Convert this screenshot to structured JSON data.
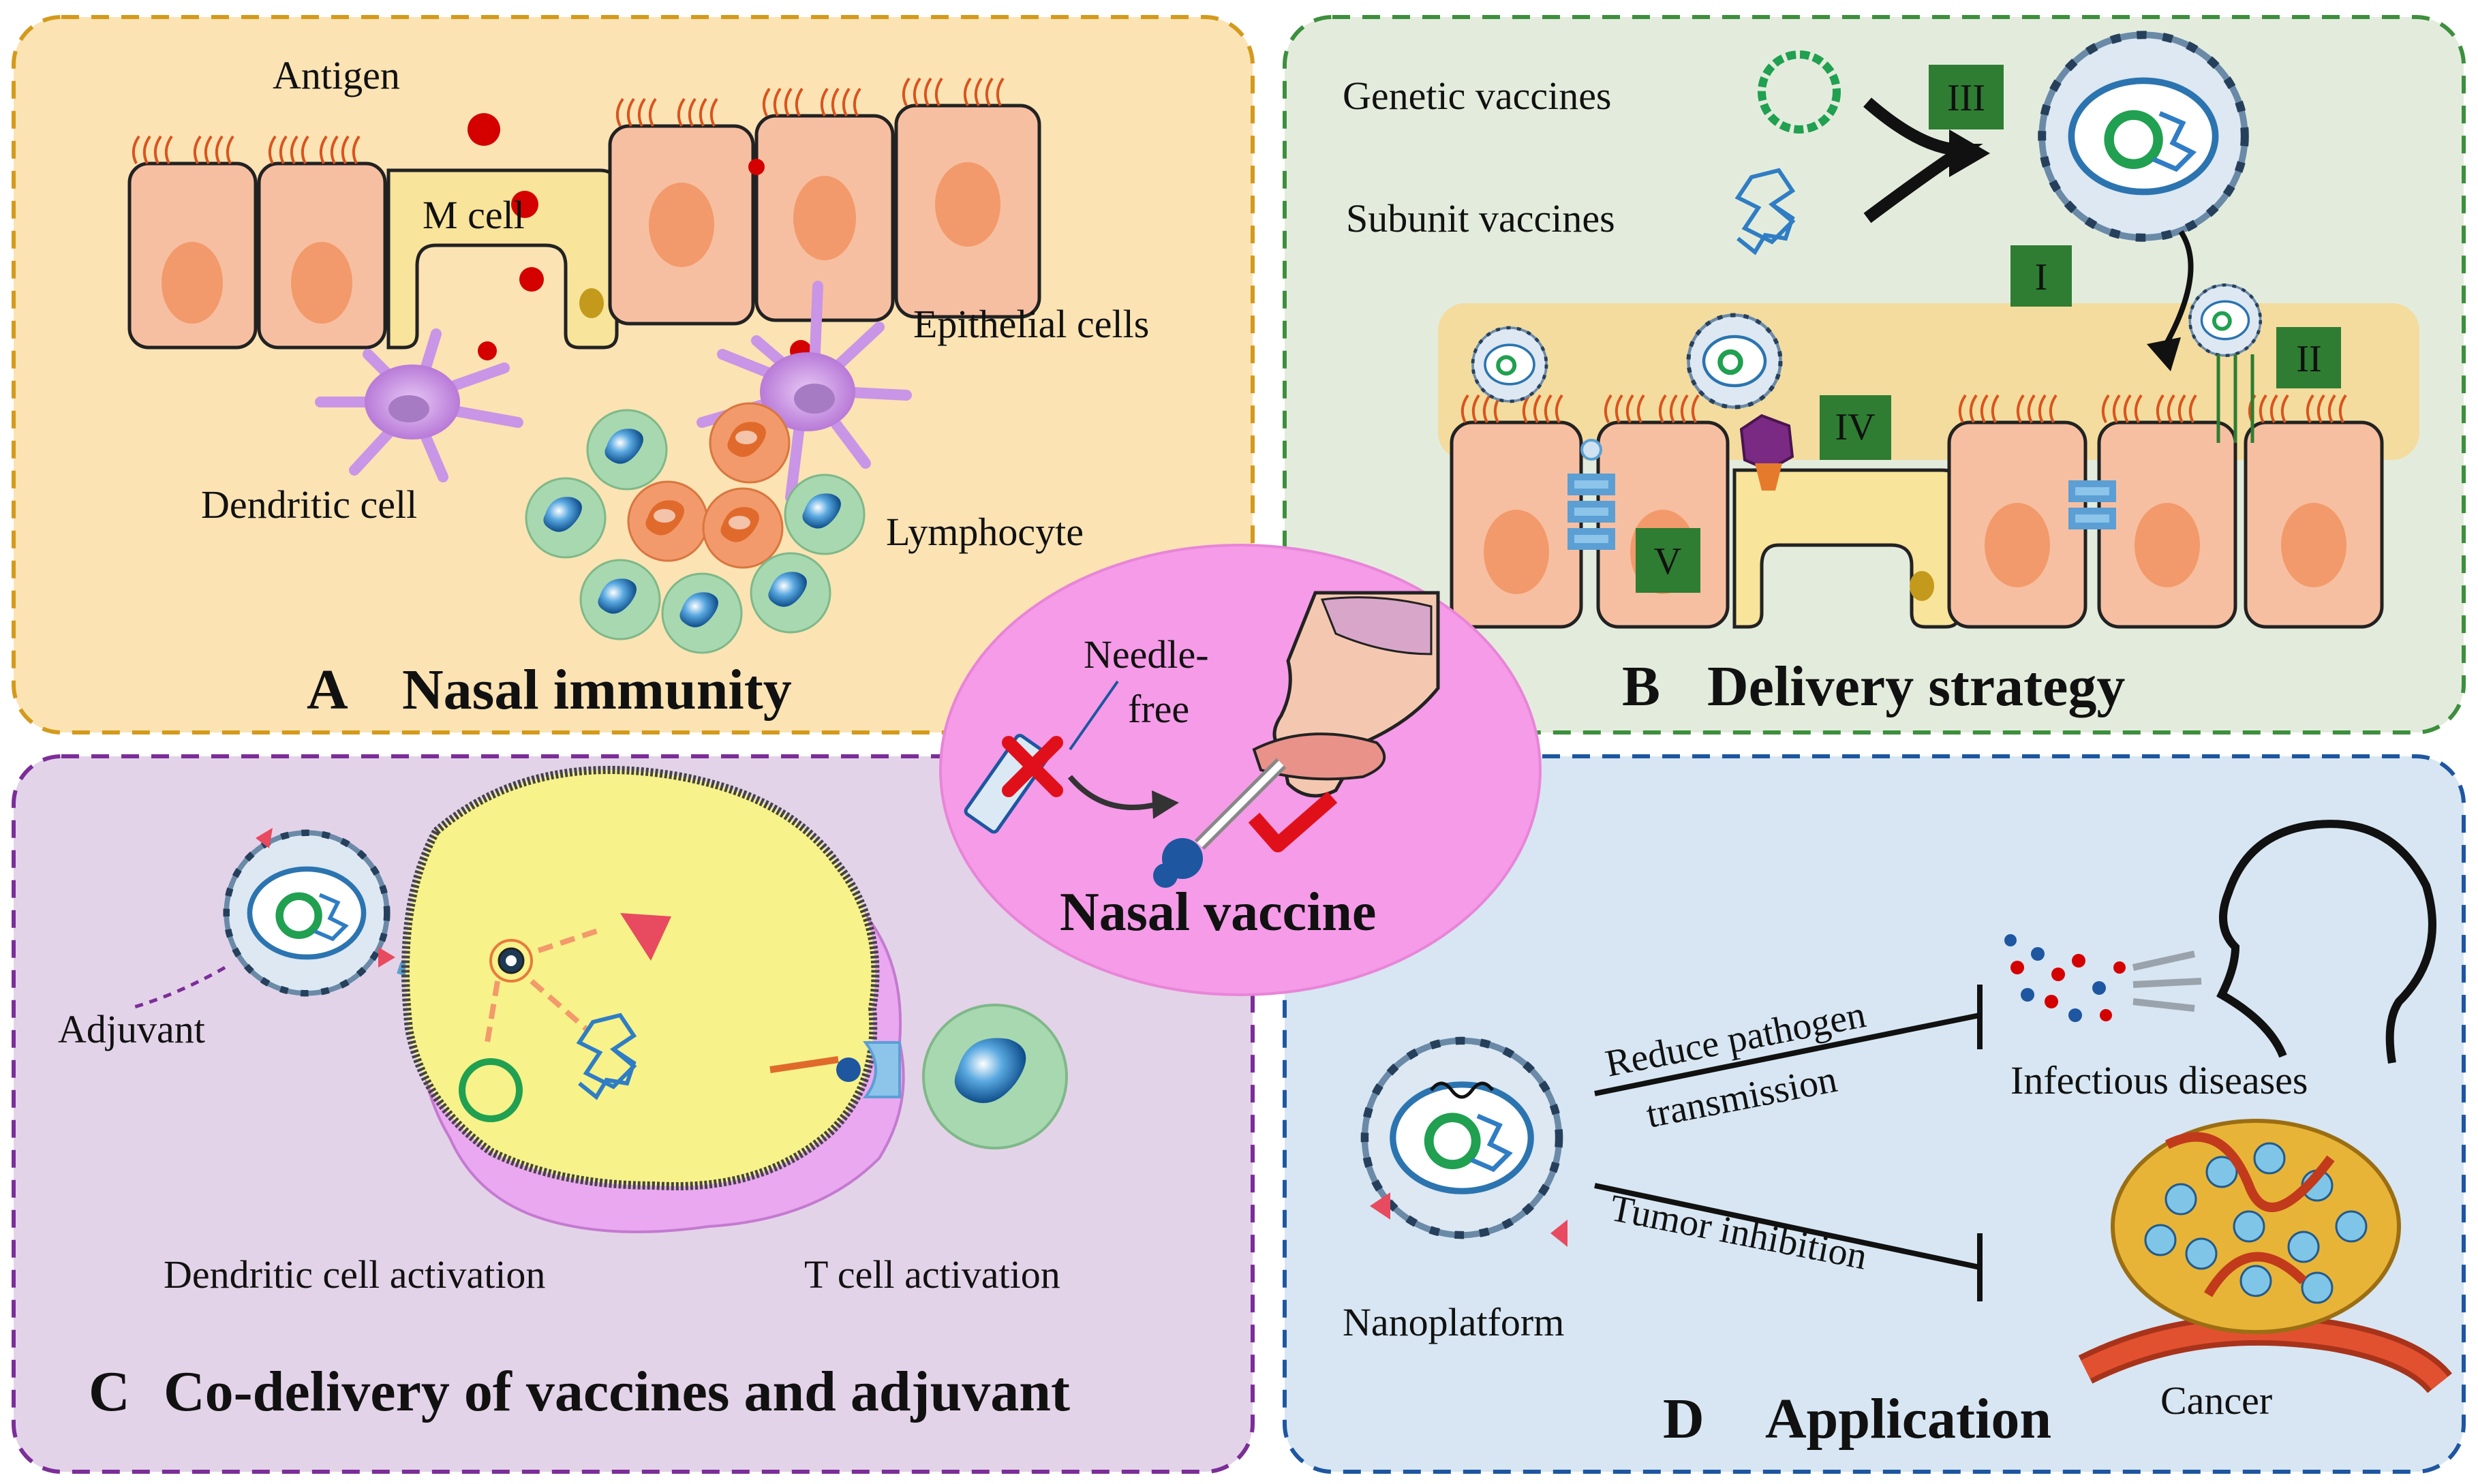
{
  "panels": {
    "a": {
      "letter": "A",
      "title": "Nasal immunity",
      "labels": {
        "antigen": "Antigen",
        "m_cell": "M cell",
        "epithelial": "Epithelial cells",
        "dendritic": "Dendritic cell",
        "lymphocyte": "Lymphocyte"
      }
    },
    "b": {
      "letter": "B",
      "title": "Delivery strategy",
      "labels": {
        "genetic": "Genetic vaccines",
        "subunit": "Subunit vaccines"
      },
      "routes": [
        "I",
        "II",
        "III",
        "IV",
        "V"
      ]
    },
    "c": {
      "letter": "C",
      "title": "Co-delivery of vaccines and adjuvant",
      "labels": {
        "adjuvant": "Adjuvant",
        "dc_activation": "Dendritic cell activation",
        "t_activation": "T cell activation"
      }
    },
    "d": {
      "letter": "D",
      "title": "Application",
      "labels": {
        "reduce": "Reduce pathogen",
        "transmission": "transmission",
        "infectious": "Infectious diseases",
        "tumor": "Tumor inhibition",
        "nanoplatform": "Nanoplatform",
        "cancer": "Cancer"
      }
    }
  },
  "center": {
    "needle_line1": "Needle-",
    "needle_line2": "free",
    "title": "Nasal vaccine"
  },
  "colors": {
    "panel_a_bg": "#fbe3b4",
    "panel_a_border": "#d49a1c",
    "panel_b_bg": "#e3ecdc",
    "panel_b_border": "#3d8f3d",
    "panel_c_bg": "#e3d3e8",
    "panel_c_border": "#7b2e98",
    "panel_d_bg": "#d7e6f2",
    "panel_d_border": "#1e56a0",
    "center_bg": "#f59be8",
    "route_box": "#2e7d32",
    "epithelial": "#f7bfa1",
    "nucleus": "#f29a6b",
    "m_cell": "#f8e49a"
  }
}
